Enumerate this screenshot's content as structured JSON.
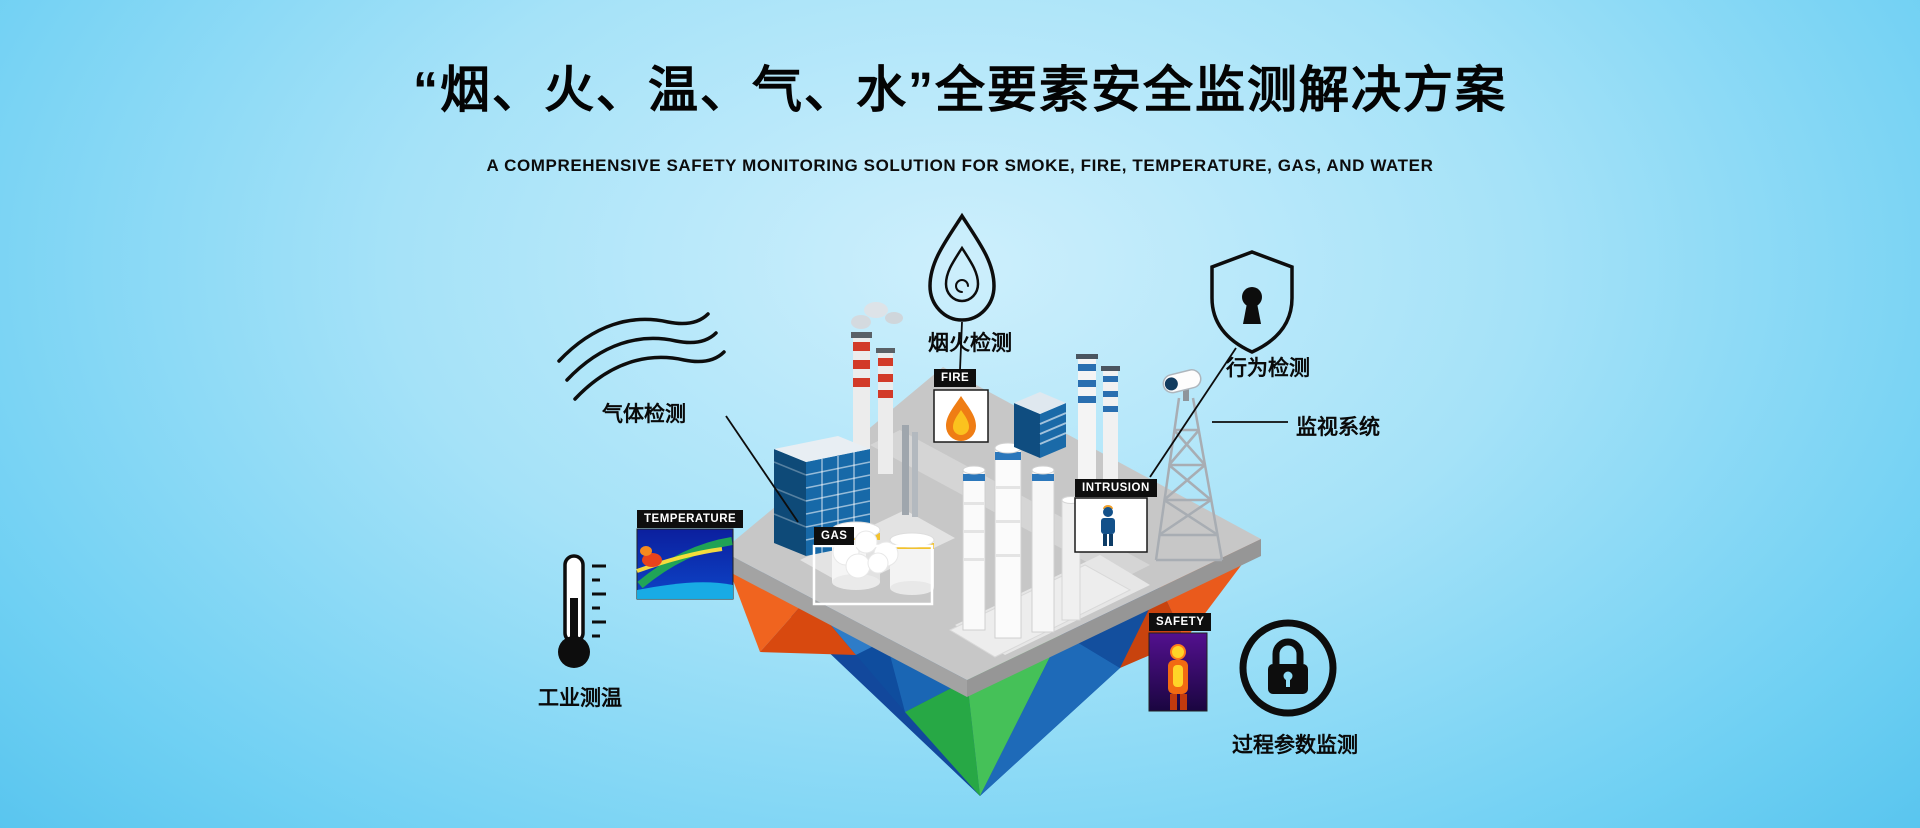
{
  "banner": {
    "title": "“烟、火、温、气、水”全要素安全监测解决方案",
    "subtitle": "A COMPREHENSIVE SAFETY MONITORING SOLUTION FOR SMOKE, FIRE, TEMPERATURE, GAS, AND WATER"
  },
  "callouts": {
    "gas_detection": "气体检测",
    "smoke_fire_detection": "烟火检测",
    "behavior_detection": "行为检测",
    "surveillance_system": "监视系统",
    "industrial_temperature": "工业测温",
    "process_parameter_monitoring": "过程参数监测"
  },
  "scene_tags": {
    "temperature": "TEMPERATURE",
    "fire": "FIRE",
    "gas": "GAS",
    "intrusion": "INTRUSION",
    "safety": "SAFETY"
  },
  "icons": {
    "gas_waves": "wavy-smoke-lines",
    "flame_droplet": "flame-in-droplet-outline",
    "shield_keyhole": "shield-with-keyhole",
    "camera_tower": "ptz-camera-on-lattice-tower",
    "thermometer": "thermometer-with-scale",
    "padlock_circle": "padlock-in-circle"
  },
  "colors": {
    "background_light": "#cdeffc",
    "background_deep": "#47bceb",
    "title_text": "#040404",
    "platform_gray": "#c7c7c7",
    "facet_orange": "#ec5a1c",
    "facet_dark_orange": "#c8430e",
    "facet_blue": "#1e6ab8",
    "facet_dark_blue": "#0f4d9e",
    "facet_green": "#2eb34c",
    "tag_background": "#0e0e0e",
    "flame_orange": "#ef7d14"
  }
}
